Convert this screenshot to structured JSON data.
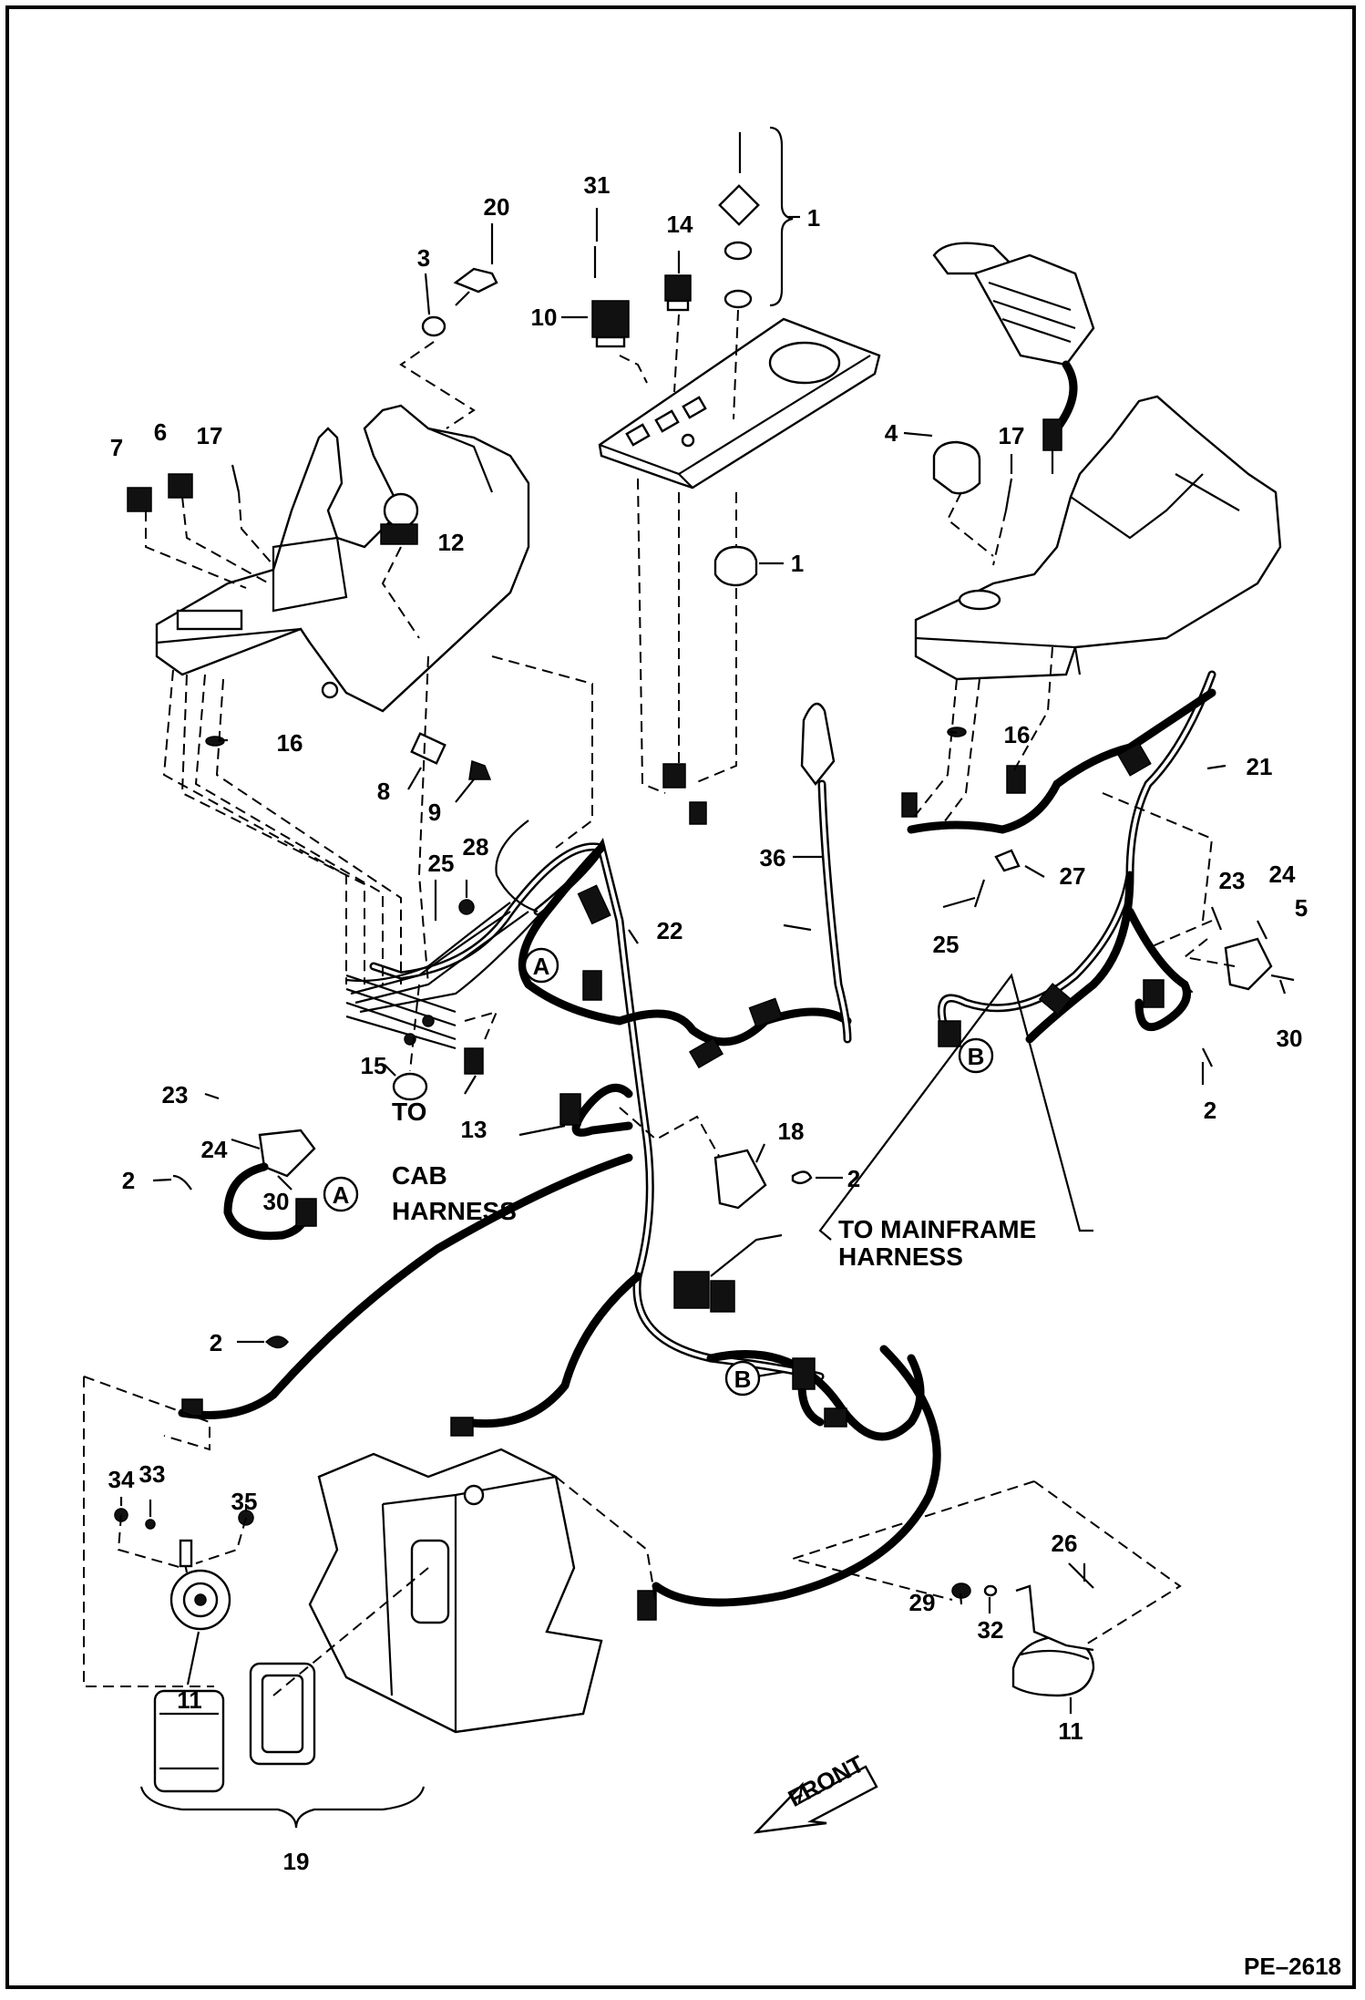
{
  "drawing_code": "PE–2618",
  "arrow_label": "FRONT",
  "callouts": {
    "c1a": "1",
    "c1b": "1",
    "c2a": "2",
    "c2b": "2",
    "c2c": "2",
    "c2d": "2",
    "c3": "3",
    "c4": "4",
    "c5": "5",
    "c6": "6",
    "c7": "7",
    "c8": "8",
    "c9": "9",
    "c10": "10",
    "c11a": "11",
    "c11b": "11",
    "c12": "12",
    "c13": "13",
    "c14": "14",
    "c15": "15",
    "c16a": "16",
    "c16b": "16",
    "c17a": "17",
    "c17b": "17",
    "c18": "18",
    "c19": "19",
    "c20": "20",
    "c21": "21",
    "c22": "22",
    "c23a": "23",
    "c23b": "23",
    "c24a": "24",
    "c24b": "24",
    "c25a": "25",
    "c25b": "25",
    "c26": "26",
    "c27": "27",
    "c28": "28",
    "c29": "29",
    "c30a": "30",
    "c30b": "30",
    "c31": "31",
    "c32": "32",
    "c33": "33",
    "c34": "34",
    "c35": "35",
    "c36": "36"
  },
  "connectors": {
    "a1": "A",
    "a2": "A",
    "b1": "B",
    "b2": "B"
  },
  "notes": {
    "cab_1": "TO",
    "cab_2": "CAB",
    "cab_3": "HARNESS",
    "main_1": "TO MAINFRAME",
    "main_2": "HARNESS"
  }
}
